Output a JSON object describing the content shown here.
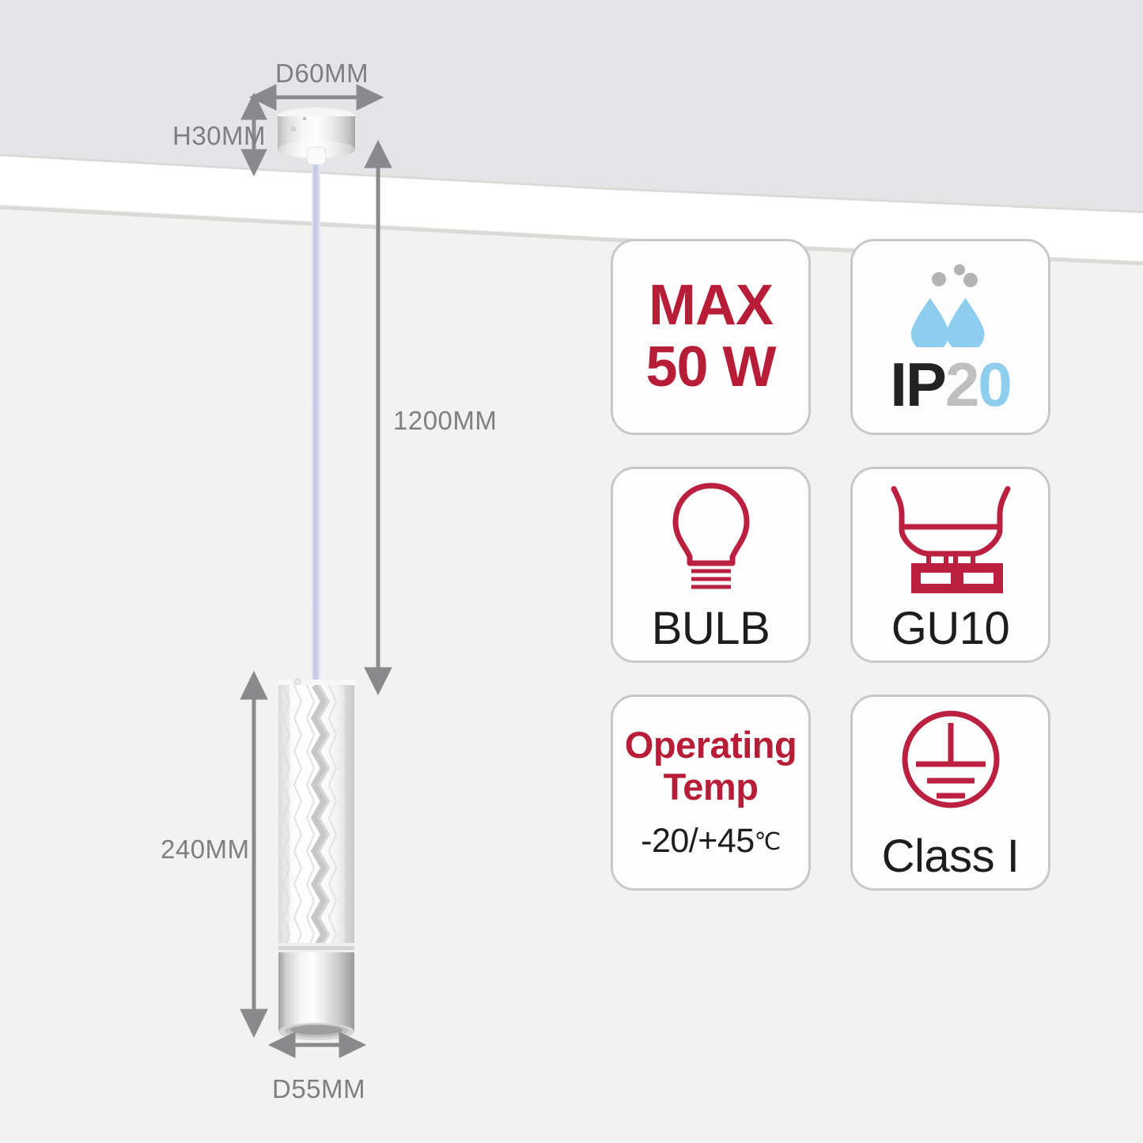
{
  "scene": {
    "description": "Pendant ceiling lamp technical dimension diagram with specification badges",
    "colors": {
      "wall": "#f2f2f2",
      "ceiling_white": "#ffffff",
      "ceiling_shade": "#e5e5e7",
      "edge_line": "#d8d5d2",
      "dimension_gray": "#7f7f82",
      "brand_red": "#b81d38",
      "ip_blue": "#8fcdee",
      "ip_gray": "#bfbfbf",
      "cable": "#c6c8e2",
      "chrome": "#c9c9c9"
    }
  },
  "dimensions": {
    "canopy_diameter": "D60MM",
    "canopy_height": "H30MM",
    "drop_length": "1200MM",
    "body_height": "240MM",
    "body_diameter": "D55MM"
  },
  "badges": [
    {
      "id": "max-wattage",
      "icon": "none",
      "lines": [
        "MAX",
        "50 W"
      ]
    },
    {
      "id": "ingress-protection",
      "icon": "water-drops-icon",
      "prefix": "IP",
      "digit_gray": "2",
      "digit_blue": "0"
    },
    {
      "id": "bulb-type",
      "icon": "bulb-icon",
      "caption": "BULB"
    },
    {
      "id": "lamp-base",
      "icon": "gu10-base-icon",
      "caption": "GU10"
    },
    {
      "id": "operating-temperature",
      "icon": "none",
      "title_line1": "Operating",
      "title_line2": "Temp",
      "value": "-20/+45",
      "unit": "℃"
    },
    {
      "id": "protection-class",
      "icon": "earth-ground-icon",
      "caption": "Class I"
    }
  ]
}
